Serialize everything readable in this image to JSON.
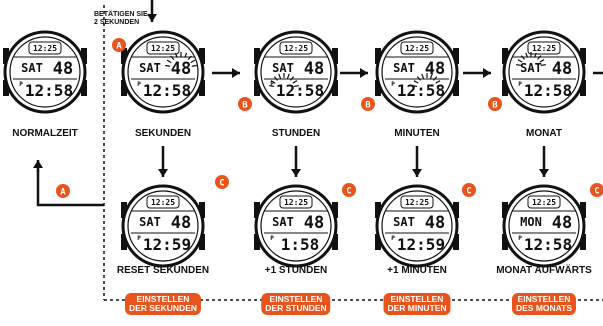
{
  "instruction": {
    "line1": "BETÄTIGEN SIE",
    "line2": "2 SEKUNDEN"
  },
  "buttons": {
    "a": "A",
    "b": "B",
    "c": "C"
  },
  "colors": {
    "accent": "#e8541c",
    "ink": "#111111"
  },
  "top_row": [
    {
      "label": "NORMALZEIT",
      "day": "SAT",
      "date": "48",
      "top": "12:25",
      "time": "12:58",
      "sec": "",
      "blink": ""
    },
    {
      "label": "SEKUNDEN",
      "day": "SAT",
      "date": "48",
      "top": "12:25",
      "time": "12:58",
      "sec": "48",
      "blink": "seconds"
    },
    {
      "label": "STUNDEN",
      "day": "SAT",
      "date": "48",
      "top": "12:25",
      "time": "12:58",
      "sec": "",
      "blink": "hours"
    },
    {
      "label": "MINUTEN",
      "day": "SAT",
      "date": "48",
      "top": "12:25",
      "time": "12:58",
      "sec": "",
      "blink": "minutes"
    },
    {
      "label": "MONAT",
      "day": "SAT",
      "date": "48",
      "top": "12:25",
      "time": "12:58",
      "sec": "",
      "blink": "month"
    }
  ],
  "bottom_row": [
    {
      "label": "RESET SEKUNDEN",
      "day": "SAT",
      "date": "48",
      "top": "12:25",
      "time": "12:59"
    },
    {
      "label": "+1 STUNDEN",
      "day": "SAT",
      "date": "48",
      "top": "12:25",
      "time": "1:58"
    },
    {
      "label": "+1 MINUTEN",
      "day": "SAT",
      "date": "48",
      "top": "12:25",
      "time": "12:59"
    },
    {
      "label": "MONAT AUFWÄRTS",
      "day": "MON",
      "date": "48",
      "top": "12:25",
      "time": "12:58"
    }
  ],
  "pills": [
    {
      "line1": "EINSTELLEN",
      "line2": "DER SEKUNDEN"
    },
    {
      "line1": "EINSTELLEN",
      "line2": "DER STUNDEN"
    },
    {
      "line1": "EINSTELLEN",
      "line2": "DER MINUTEN"
    },
    {
      "line1": "EINSTELLEN",
      "line2": "DES MONATS"
    }
  ]
}
